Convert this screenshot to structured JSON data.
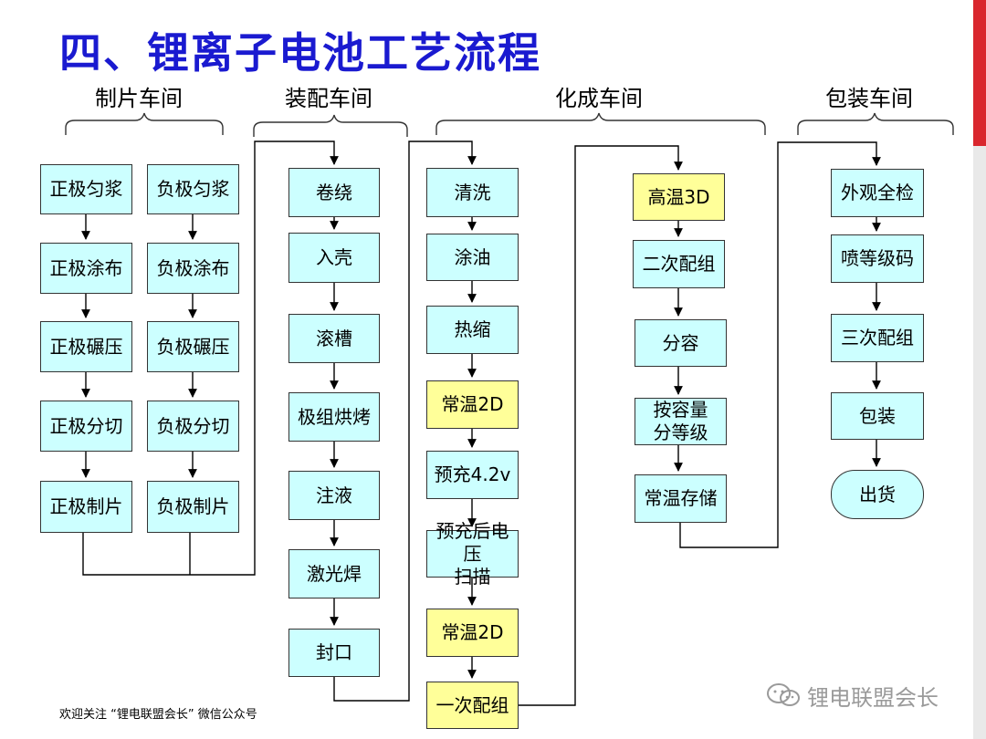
{
  "title": "四、锂离子电池工艺流程",
  "sections": {
    "electrode": "制片车间",
    "assembly": "装配车间",
    "formation": "化成车间",
    "packaging": "包装车间"
  },
  "electrode_pos": [
    "正极匀浆",
    "正极涂布",
    "正极碾压",
    "正极分切",
    "正极制片"
  ],
  "electrode_neg": [
    "负极匀浆",
    "负极涂布",
    "负极碾压",
    "负极分切",
    "负极制片"
  ],
  "assembly": [
    "卷绕",
    "入壳",
    "滚槽",
    "极组烘烤",
    "注液",
    "激光焊",
    "封口"
  ],
  "formation1": [
    "清洗",
    "涂油",
    "热缩",
    "常温2D",
    "预充4.2v",
    "预充后电压\n扫描",
    "常温2D",
    "一次配组"
  ],
  "formation2": [
    "高温3D",
    "二次配组",
    "分容",
    "按容量\n分等级",
    "常温存储"
  ],
  "packaging": [
    "外观全检",
    "喷等级码",
    "三次配组",
    "包装",
    "出货"
  ],
  "footer": "欢迎关注 “锂电联盟会长” 微信公众号",
  "watermark": "锂电联盟会长",
  "colors": {
    "title": "#1a1ad0",
    "box": "#ccffff",
    "highlight": "#ffff99",
    "accent": "#d9272e"
  }
}
